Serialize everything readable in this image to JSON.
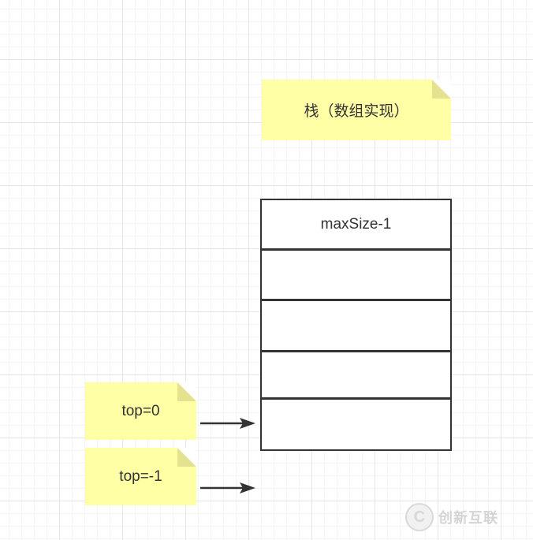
{
  "title_note": {
    "text": "栈（数组实现）"
  },
  "stack": {
    "cells": [
      "maxSize-1",
      "",
      "",
      "",
      ""
    ]
  },
  "pointers": [
    {
      "label": "top=0"
    },
    {
      "label": "top=-1"
    }
  ],
  "watermark": {
    "text": "创新互联"
  },
  "colors": {
    "note_fill": "#ffffa6",
    "note_fold": "#e4e28f",
    "stroke": "#333333"
  }
}
